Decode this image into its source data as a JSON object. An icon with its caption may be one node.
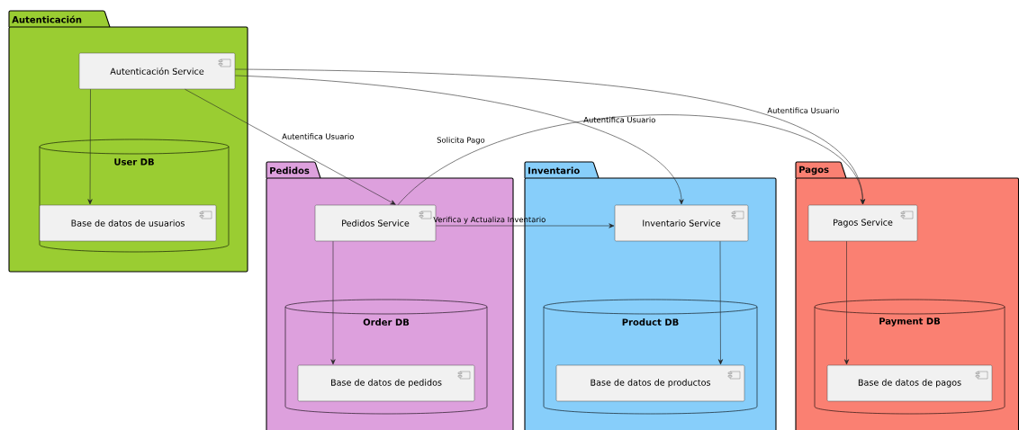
{
  "diagram": {
    "nodes": [
      {
        "text": [
          "Autenticación"
        ]
      },
      {
        "text": [
          "Autenticación Service"
        ],
        "in": 0
      },
      {
        "text": [
          "User DB"
        ],
        "in": 0
      },
      {
        "text": [
          "Base de datos de usuarios"
        ],
        "in": 2
      },
      {
        "text": [
          "Pedidos"
        ]
      },
      {
        "text": [
          "Pedidos Service"
        ],
        "in": 4
      },
      {
        "text": [
          "Order DB"
        ],
        "in": 4
      },
      {
        "text": [
          "Base de datos de pedidos"
        ],
        "in": 6
      },
      {
        "text": [
          "Inventario"
        ]
      },
      {
        "text": [
          "Inventario Service"
        ],
        "in": 8
      },
      {
        "text": [
          "Product DB"
        ],
        "in": 8
      },
      {
        "text": [
          "Base de datos de productos"
        ],
        "in": 10
      },
      {
        "text": [
          "Pagos"
        ]
      },
      {
        "text": [
          "Pagos Service"
        ],
        "in": 12
      },
      {
        "text": [
          "Payment DB"
        ],
        "in": 12
      },
      {
        "text": [
          "Base de datos de pagos"
        ],
        "in": 14
      }
    ],
    "edges": [
      {
        "from": 1,
        "to": 3,
        "arrow": "to"
      },
      {
        "from": 1,
        "to": 5,
        "arrow": "to",
        "label": "Autentifica Usuario"
      },
      {
        "from": 1,
        "to": 9,
        "arrow": "to",
        "label": "Autentifica Usuario"
      },
      {
        "from": 1,
        "to": 13,
        "arrow": "to",
        "label": "Autentifica Usuario"
      },
      {
        "from": 5,
        "to": 9,
        "arrow": "to",
        "label": "Verifica y Actualiza Inventario"
      },
      {
        "from": 5,
        "to": 13,
        "arrow": "to",
        "label": "Solicita Pago"
      },
      {
        "from": 5,
        "to": 7,
        "arrow": "to"
      },
      {
        "from": 9,
        "to": 11,
        "arrow": "to"
      },
      {
        "from": 13,
        "to": 15,
        "arrow": "to"
      }
    ]
  }
}
